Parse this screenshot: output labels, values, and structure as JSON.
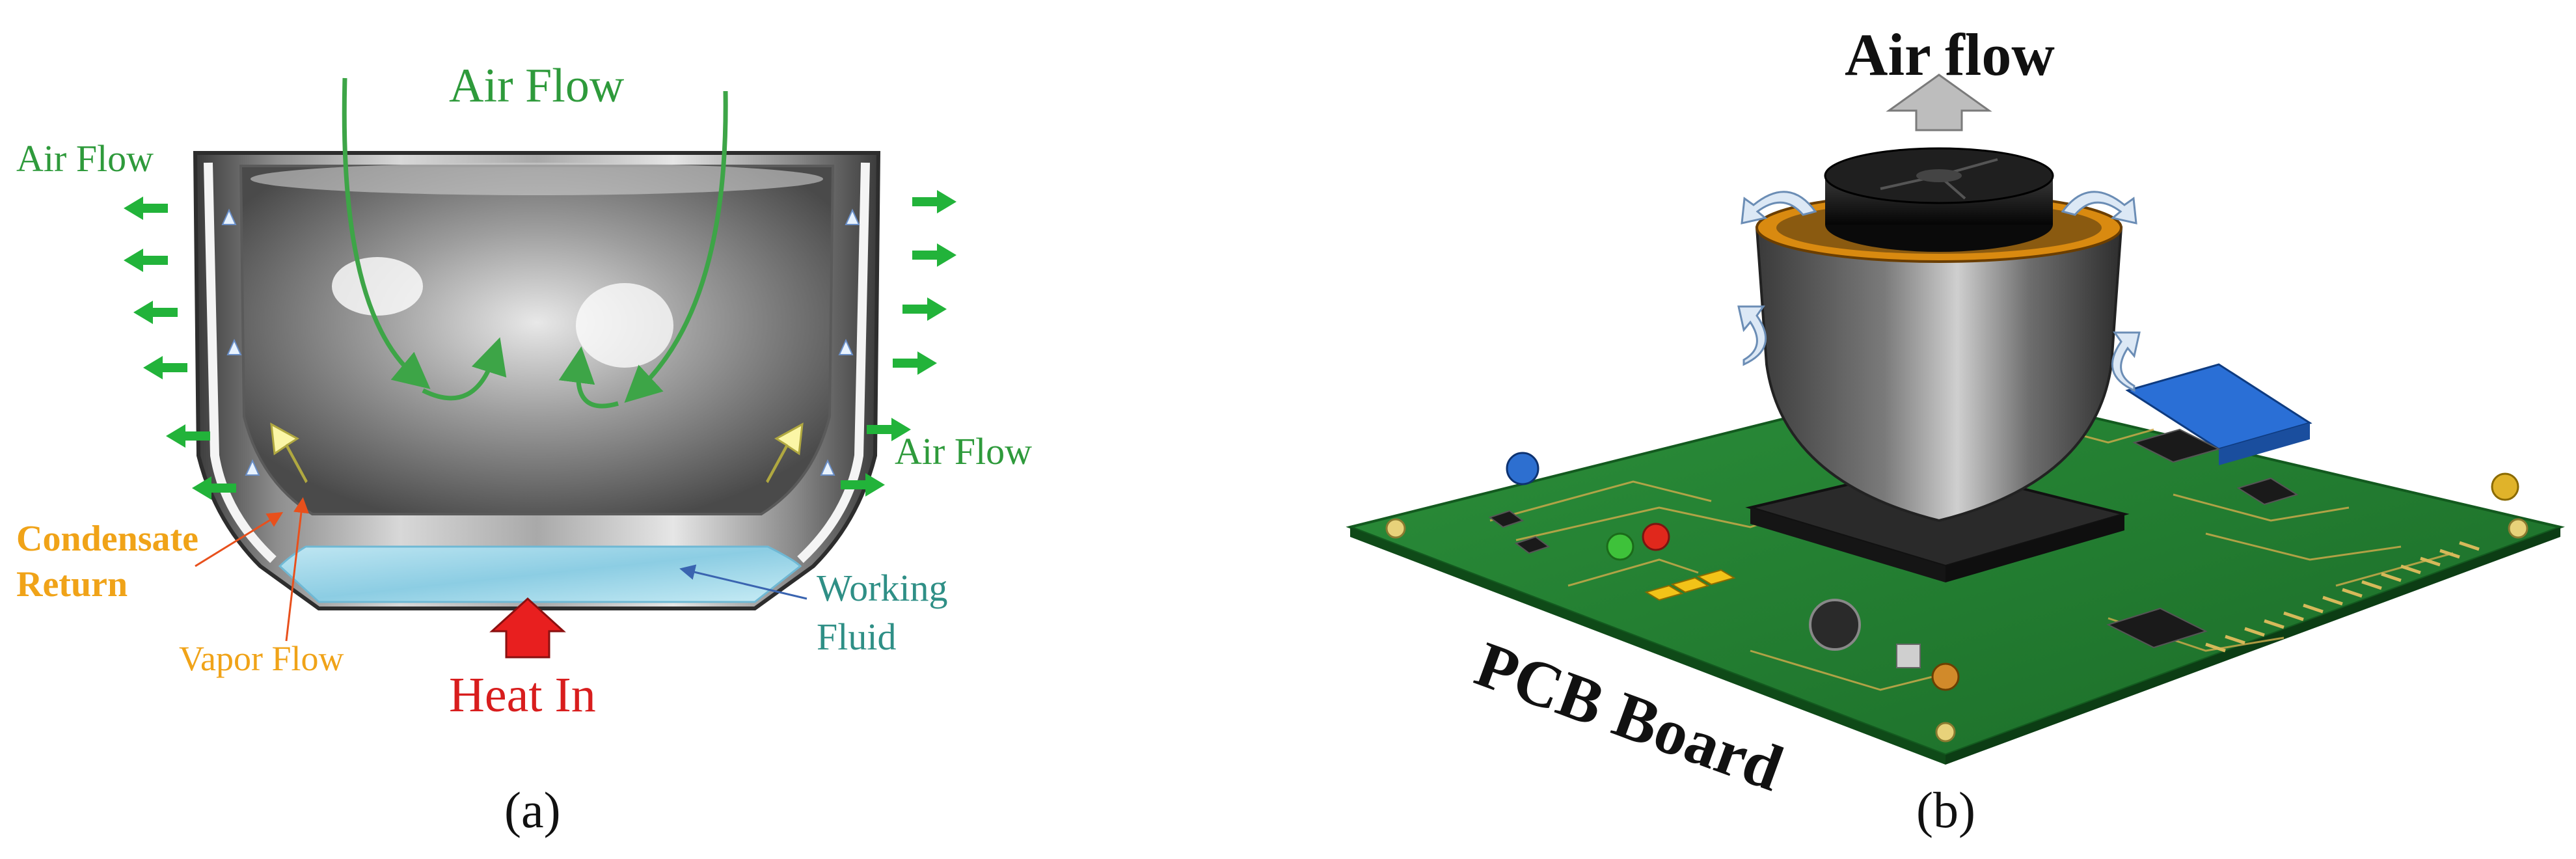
{
  "panel_a": {
    "caption": "(a)",
    "labels": {
      "air_flow_top": "Air Flow",
      "air_flow_left": "Air Flow",
      "air_flow_right": "Air Flow",
      "condensate_return_line1": "Condensate",
      "condensate_return_line2": "Return",
      "vapor_flow": "Vapor Flow",
      "working_fluid_line1": "Working",
      "working_fluid_line2": "Fluid",
      "heat_in": "Heat In"
    },
    "colors": {
      "air_flow": "#2e9a3b",
      "arrow_green": "#22b33a",
      "condensate": "#f0a318",
      "working_fluid": "#2f8f86",
      "heat_in": "#d81d1d",
      "fluid": "#9fd4e8"
    }
  },
  "panel_b": {
    "caption": "(b)",
    "labels": {
      "air_flow": "Air flow",
      "pcb_board": "PCB Board"
    },
    "colors": {
      "board": "#1f7a2e",
      "trace": "#c9a94a",
      "connector": "#1f5fc9",
      "fan": "#111111",
      "heat_pipe_rim": "#d98a10"
    }
  }
}
